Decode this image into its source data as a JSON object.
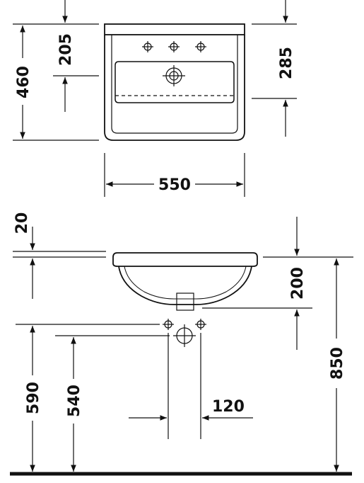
{
  "diagram": {
    "top_view": {
      "depth_label": "460",
      "tap_offset_label": "205",
      "drain_offset_label": "285",
      "width_label": "550"
    },
    "side_view": {
      "rim_thickness_label": "20",
      "bowl_depth_label": "200",
      "rim_height_label": "850",
      "supply_height_label": "590",
      "drain_height_label": "540",
      "supply_spacing_label": "120"
    },
    "colors": {
      "line": "#111111",
      "background": "#ffffff"
    }
  }
}
